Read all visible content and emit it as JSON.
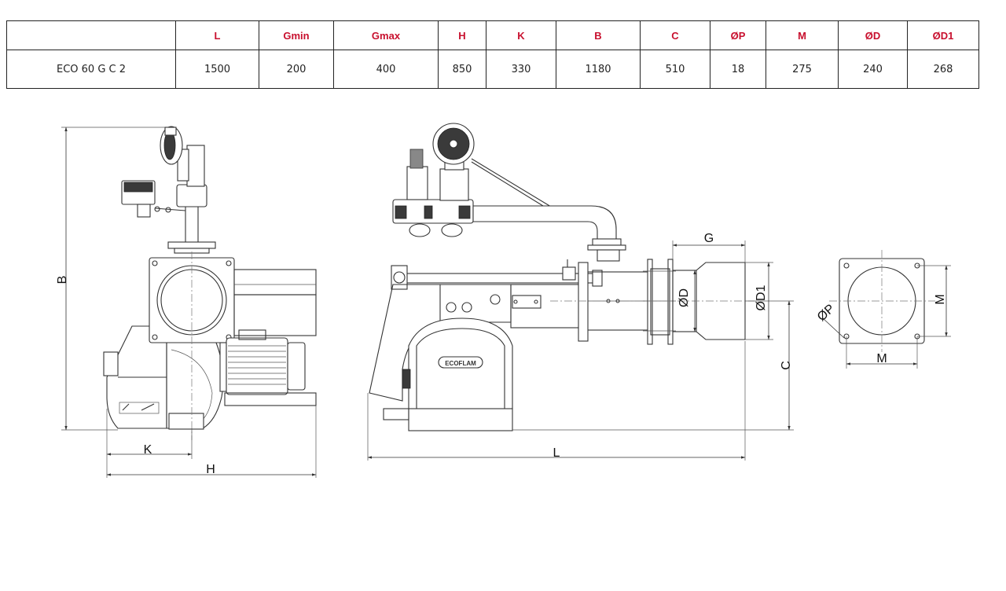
{
  "table": {
    "headers": [
      "",
      "L",
      "Gmin",
      "Gmax",
      "H",
      "K",
      "B",
      "C",
      "ØP",
      "M",
      "ØD",
      "ØD1"
    ],
    "row": [
      "ECO 60 G C 2",
      "1500",
      "200",
      "400",
      "850",
      "330",
      "1180",
      "510",
      "18",
      "275",
      "240",
      "268"
    ]
  },
  "labels": {
    "B": "B",
    "K": "K",
    "H": "H",
    "L": "L",
    "G": "G",
    "C": "C",
    "D": "ØD",
    "D1": "ØD1",
    "P": "ØP",
    "M_right": "M",
    "M_bottom": "M"
  },
  "brand_plate": "ECOFLAM",
  "colors": {
    "header_text": "#c8102e",
    "line": "#333333"
  }
}
